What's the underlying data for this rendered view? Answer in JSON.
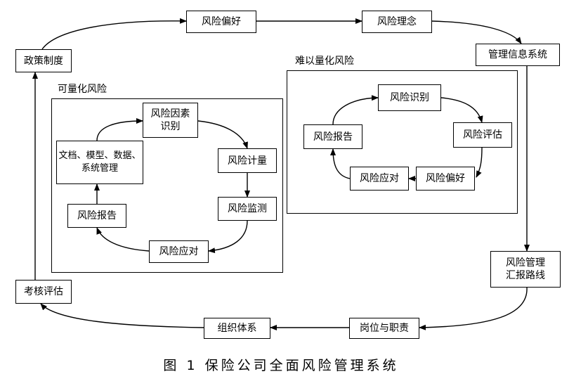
{
  "outer": {
    "risk_appetite": "风险偏好",
    "risk_philosophy": "风险理念",
    "mis": "管理信息系统",
    "reporting_line": "风险管理\n汇报路线",
    "post_duty": "岗位与职责",
    "org_system": "组织体系",
    "assessment": "考核评估",
    "policy": "政策制度"
  },
  "quantifiable": {
    "title": "可量化风险",
    "factor_id": "风险因素\n识别",
    "measure": "风险计量",
    "monitor": "风险监测",
    "response": "风险应对",
    "report": "风险报告",
    "docs": "文档、模型、数据、\n系统管理"
  },
  "hard_to_quantify": {
    "title": "难以量化风险",
    "identify": "风险识别",
    "evaluate": "风险评估",
    "appetite": "风险偏好",
    "response": "风险应对",
    "report": "风险报告"
  },
  "caption": "图 1   保险公司全面风险管理系统"
}
